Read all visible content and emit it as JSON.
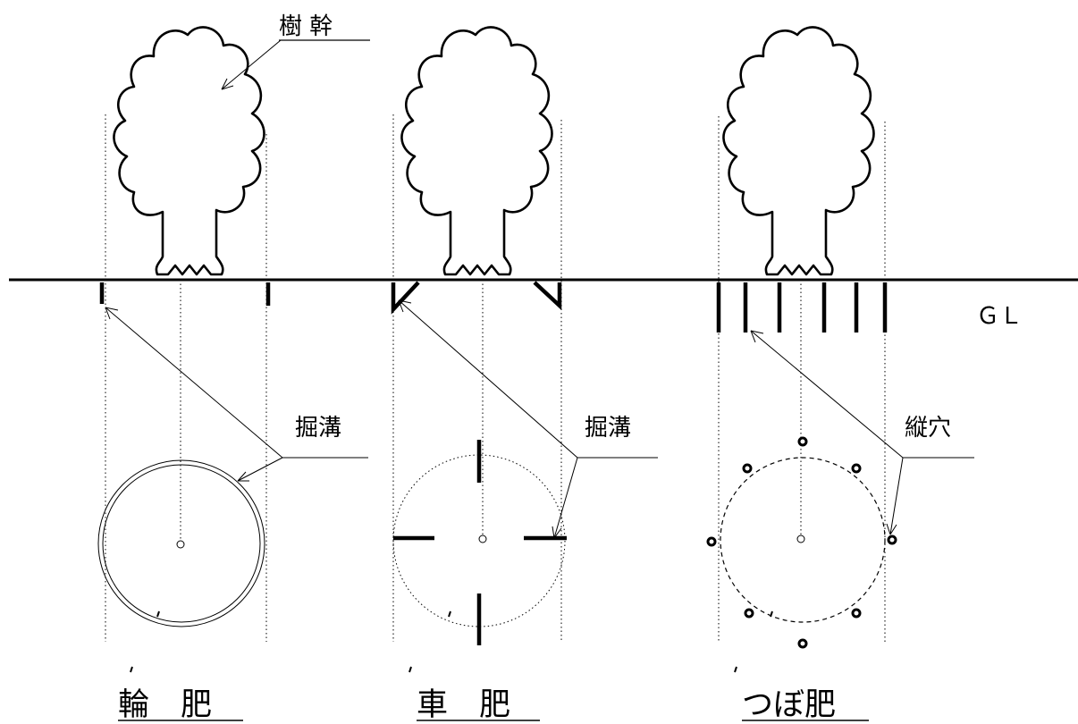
{
  "labels": {
    "trunk": "樹 幹",
    "gl": "ＧＬ",
    "trench_1": "掘溝",
    "trench_2": "掘溝",
    "vertical_hole": "縦穴",
    "method_ring": "輪　肥",
    "method_wheel": "車　肥",
    "method_pot": "つぼ肥"
  },
  "colors": {
    "ink": "#000000",
    "background": "#ffffff"
  }
}
